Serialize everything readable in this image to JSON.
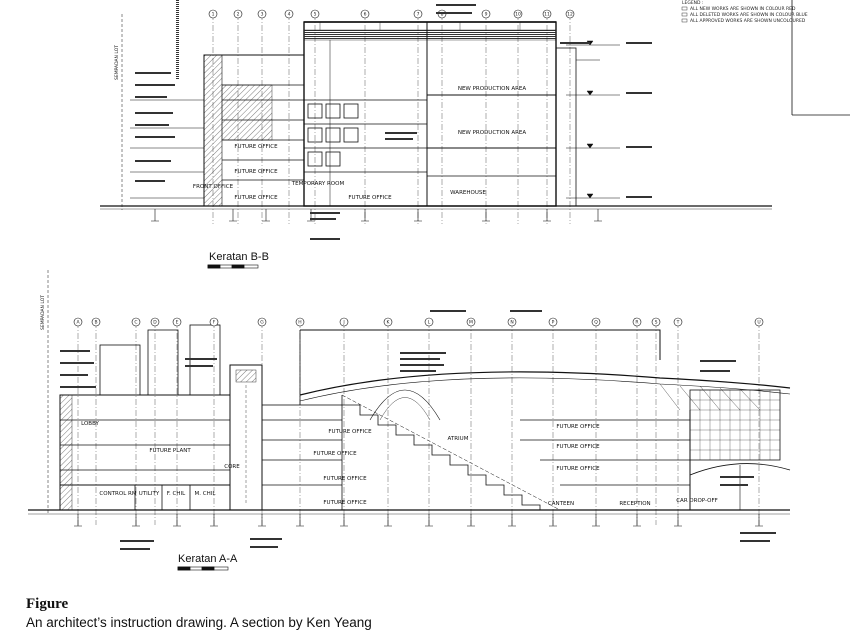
{
  "sections": {
    "top": {
      "title": "Keratan B-B",
      "rooms": [
        "NEW PRODUCTION AREA",
        "NEW PRODUCTION AREA",
        "FUTURE OFFICE",
        "FUTURE OFFICE",
        "FUTURE OFFICE",
        "FUTURE OFFICE",
        "TEMPORARY ROOM",
        "WAREHOUSE",
        "FRONT OFFICE"
      ],
      "gridlines": [
        "1",
        "2",
        "3",
        "4",
        "5",
        "6",
        "7",
        "8",
        "9",
        "10",
        "11",
        "12"
      ],
      "side_label": "SEMPADAN LOT"
    },
    "bottom": {
      "title": "Keratan A-A",
      "rooms": [
        "CONTROL RM",
        "UTILITY",
        "F. CHIL",
        "M. CHIL",
        "FUTURE PLANT",
        "CORE",
        "FUTURE OFFICE",
        "FUTURE OFFICE",
        "FUTURE OFFICE",
        "FUTURE OFFICE",
        "FUTURE OFFICE",
        "FUTURE OFFICE",
        "CANTEEN",
        "RECEPTION",
        "CAR DROP-OFF",
        "FUTURE OFFICE",
        "LOBBY",
        "ATRIUM"
      ],
      "gridlines": [
        "A",
        "B",
        "C",
        "D",
        "E",
        "F",
        "G",
        "H",
        "J",
        "K",
        "L",
        "M",
        "N",
        "P",
        "Q",
        "R",
        "S",
        "T",
        "U"
      ],
      "side_label": "SEMPADAN LOT"
    }
  },
  "legend": {
    "title": "LEGEND :",
    "items": [
      "ALL NEW WORKS ARE SHOWN IN COLOUR RED",
      "ALL DELETED WORKS ARE SHOWN IN COLOUR BLUE",
      "ALL APPROVED WORKS ARE SHOWN UNCOLOURED"
    ]
  },
  "caption": {
    "title": "Figure",
    "text": "An architect’s instruction drawing. A section by Ken Yeang"
  }
}
